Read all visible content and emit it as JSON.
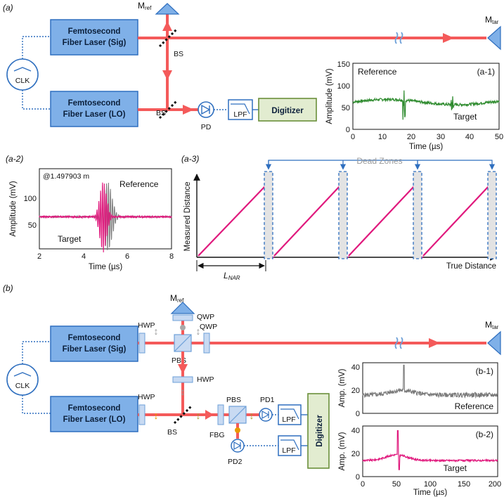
{
  "panel_a": {
    "label": "(a)",
    "laser_sig": [
      "Femtosecond",
      "Fiber Laser (Sig)"
    ],
    "laser_lo": [
      "Femtosecond",
      "Fiber Laser (LO)"
    ],
    "clk": "CLK",
    "m_ref": "M",
    "m_ref_sub": "ref",
    "m_tar": "M",
    "m_tar_sub": "tar",
    "bs": "BS",
    "pd": "PD",
    "lpf": "LPF",
    "digitizer": "Digitizer"
  },
  "panel_a1": {
    "label": "(a-1)",
    "reference": "Reference",
    "target": "Target",
    "xlabel": "Time (µs)",
    "ylabel": "Amplitude (mV)",
    "xticks": [
      "0",
      "10",
      "20",
      "30",
      "40",
      "50"
    ],
    "yticks": [
      "0",
      "50",
      "100",
      "150"
    ]
  },
  "panel_a2": {
    "label": "(a-2)",
    "annotation": "@1.497903 m",
    "reference": "Reference",
    "target": "Target",
    "xlabel": "Time (µs)",
    "ylabel": "Amplitude (mV)",
    "xticks": [
      "2",
      "4",
      "6",
      "8"
    ],
    "yticks": [
      "50",
      "100"
    ]
  },
  "panel_a3": {
    "label": "(a-3)",
    "dead_zones": "Dead Zones",
    "ylabel": "Measured Distance",
    "xlabel": "True Distance",
    "lnar": "L",
    "lnar_sub": "NAR"
  },
  "panel_b": {
    "label": "(b)",
    "laser_sig": [
      "Femtosecond",
      "Fiber Laser (Sig)"
    ],
    "laser_lo": [
      "Femtosecond",
      "Fiber Laser (LO)"
    ],
    "clk": "CLK",
    "m_ref": "M",
    "m_ref_sub": "ref",
    "m_tar": "M",
    "m_tar_sub": "tar",
    "hwp": "HWP",
    "qwp": "QWP",
    "pbs": "PBS",
    "bs": "BS",
    "fbg": "FBG",
    "pd1": "PD1",
    "pd2": "PD2",
    "lpf": "LPF",
    "digitizer": "Digitizer"
  },
  "panel_b1": {
    "label": "(b-1)",
    "reference": "Reference",
    "ylabel": "Amp. (mV)",
    "yticks": [
      "0",
      "20",
      "40"
    ]
  },
  "panel_b2": {
    "label": "(b-2)",
    "target": "Target",
    "ylabel": "Amp. (mV)",
    "xlabel": "Time (µs)",
    "xticks": [
      "0",
      "50",
      "100",
      "150",
      "200"
    ],
    "yticks": [
      "0",
      "20",
      "40"
    ]
  },
  "colors": {
    "beam": "#f45a5a",
    "box_fill": "#7fb0e8",
    "box_stroke": "#2f6fbf",
    "digitizer_fill": "#e2ecd0",
    "digitizer_stroke": "#6b8f3a",
    "green_trace": "#2e8b2e",
    "pink_trace": "#e0197d",
    "gray_trace": "#7a7a7a",
    "dead_zone": "#2f6fbf"
  }
}
